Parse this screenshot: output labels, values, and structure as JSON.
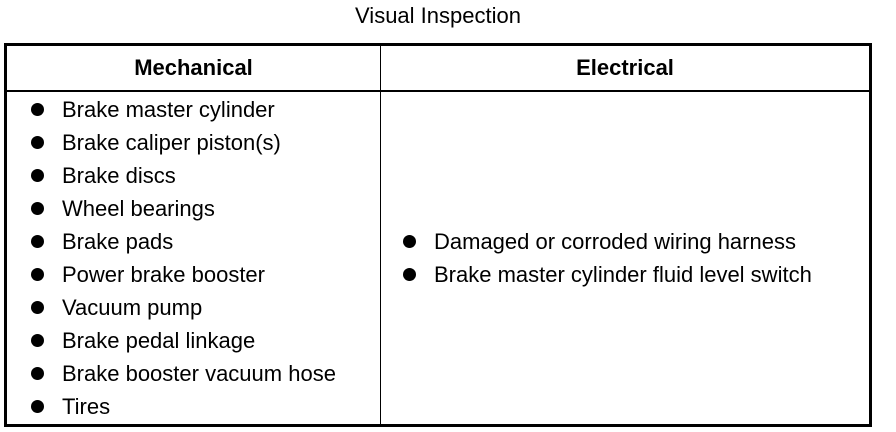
{
  "title": "Visual Inspection",
  "columns": {
    "mechanical": "Mechanical",
    "electrical": "Electrical"
  },
  "mechanical_items": [
    "Brake master cylinder",
    "Brake caliper piston(s)",
    "Brake discs",
    "Wheel bearings",
    "Brake pads",
    "Power brake booster",
    "Vacuum pump",
    "Brake pedal linkage",
    "Brake booster vacuum hose",
    "Tires"
  ],
  "electrical_items": [
    "Damaged or corroded wiring harness",
    "Brake master cylinder fluid level switch"
  ]
}
